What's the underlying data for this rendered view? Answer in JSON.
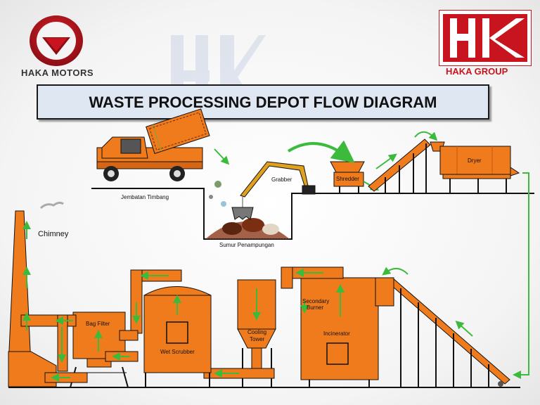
{
  "brand_left": {
    "name": "HAKA MOTORS"
  },
  "brand_right": {
    "name": "HAKA GROUP"
  },
  "title": "WASTE PROCESSING DEPOT FLOW DIAGRAM",
  "stations": {
    "jembatan": "Jembatan Timbang",
    "grabber": "Grabber",
    "sumur": "Sumur Penampungan",
    "shredder": "Shredder",
    "dryer": "Dryer",
    "chimney": "Chimney",
    "bag_filter": "Bag Filter",
    "wet_scrubber": "Wet Scrubber",
    "cooling_tower_1": "Cooling",
    "cooling_tower_2": "Tower",
    "secondary_burner_1": "Secondary",
    "secondary_burner_2": "Burner",
    "incinerator": "Incinerator"
  },
  "colors": {
    "equipment": "#f07b1c",
    "equipment_dark": "#c55a0e",
    "flow_arrow": "#3cba3c",
    "frame": "#111111",
    "brand_red": "#c8141e"
  }
}
